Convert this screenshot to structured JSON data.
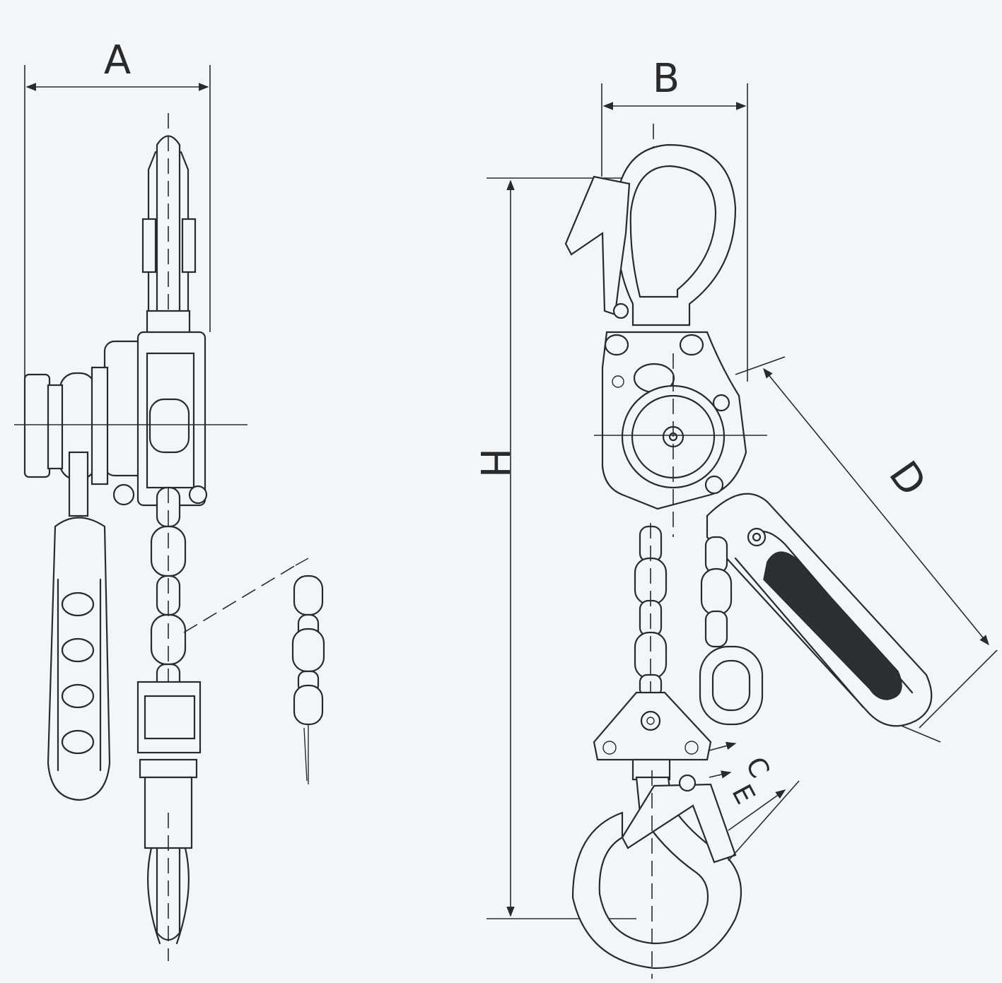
{
  "diagram": {
    "labels": {
      "A": "A",
      "B": "B",
      "C": "C",
      "D": "D",
      "E": "E",
      "H": "H"
    },
    "colors": {
      "line": "#2a2a2a",
      "background": "#f3f6f8",
      "grip": "#2b3033"
    }
  }
}
